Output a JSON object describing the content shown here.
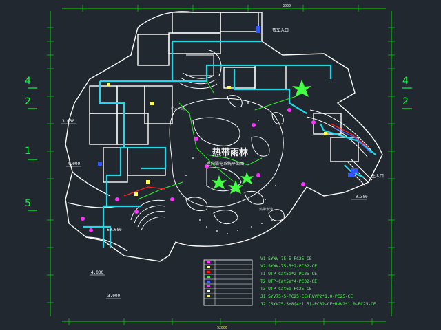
{
  "drawing": {
    "title_zh": "热带雨林",
    "subtitle_zh": "室内弱电系统平面图",
    "labels": {
      "north_entrance": "货车入口",
      "main_entrance": "主入口",
      "lake": "热带水池",
      "plaza": "中心广场"
    },
    "levels": {
      "l1": "3.000",
      "l2": "4.000",
      "l3": "±0.000",
      "l4": "-0.300",
      "l5": "4.000",
      "l6": "3.000"
    },
    "axis_left": [
      "4",
      "2",
      "1",
      "5"
    ],
    "axis_right": [
      "4",
      "2"
    ],
    "bottom_dim": "52000",
    "top_dim": "3000"
  },
  "legend": {
    "lines": [
      "V1:SYWV-75-5-PC25-CE",
      "V2:SYWV-75-5*2-PC32-CE",
      "T1:UTP-Cat5e*2-PC25-CE",
      "T2:UTP-Cat5e*4-PC32-CE",
      "T3:UTP-Cat6e-PC25-CE",
      "J1:SYV75-5-PC25-CE+RVVP2*1.0-PC25-CE",
      "J2:(SYV75-5+8(4*1.5)-PC32-CE+RVV2*1.0-PC25-CE"
    ]
  },
  "colors": {
    "background": "#212830",
    "wall": "#ffffff",
    "cable": "#22d8e8",
    "grid": "#00dd00",
    "magenta": "#ff33ff",
    "yellow": "#ffff55",
    "red": "#ff2222",
    "blue": "#4466ff",
    "legend_text": "#55ff55"
  }
}
